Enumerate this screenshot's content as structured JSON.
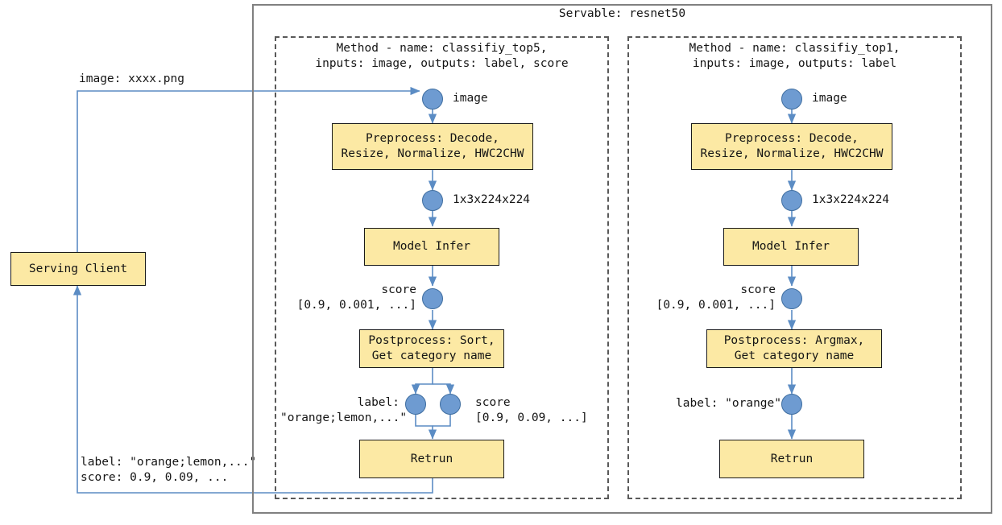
{
  "diagram": {
    "servable_title": "Servable: resnet50",
    "client": {
      "box_label": "Serving Client",
      "request_label": "image: xxxx.png",
      "response_label": "label: \"orange;lemon,...\"\nscore: 0.9, 0.09, ..."
    },
    "methods": [
      {
        "header": "Method - name: classifiy_top5,\ninputs: image, outputs: label, score",
        "input_port_label": "image",
        "preprocess_label": "Preprocess: Decode,\nResize, Normalize, HWC2CHW",
        "tensor_label": "1x3x224x224",
        "infer_label": "Model Infer",
        "score_label": "score\n[0.9, 0.001, ...]",
        "postprocess_label": "Postprocess: Sort,\nGet category name",
        "out_label_left": "label:\n\"orange;lemon,...\"",
        "out_label_right": "score\n[0.9, 0.09, ...]",
        "return_label": "Retrun"
      },
      {
        "header": "Method - name: classifiy_top1,\ninputs: image, outputs: label",
        "input_port_label": "image",
        "preprocess_label": "Preprocess: Decode,\nResize, Normalize, HWC2CHW",
        "tensor_label": "1x3x224x224",
        "infer_label": "Model Infer",
        "score_label": "score\n[0.9, 0.001, ...]",
        "postprocess_label": "Postprocess: Argmax,\nGet category name",
        "out_label_left": "label: \"orange\"",
        "return_label": "Retrun"
      }
    ],
    "colors": {
      "node_fill": "#FCE9A4",
      "node_border": "#1a1a1a",
      "port_fill": "#6E9BD1",
      "port_border": "#3F6EA0",
      "edge": "#5B8CC4",
      "outer_border": "#808080",
      "dashed_border": "#595959"
    }
  }
}
